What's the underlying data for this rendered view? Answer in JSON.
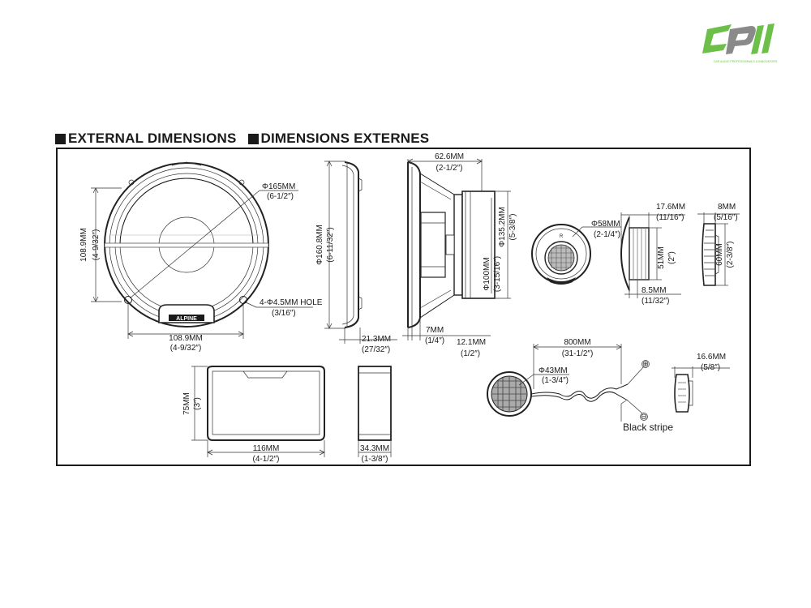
{
  "logo": {
    "text": "CPII",
    "tagline": "CAR AUDIO PROFESSIONALS & INNOVATORS",
    "colors": {
      "green": "#6cc04a",
      "gray": "#9a9a9a"
    }
  },
  "title": {
    "en": "EXTERNAL DIMENSIONS",
    "fr": "DIMENSIONS EXTERNES"
  },
  "woofer_front": {
    "brand_badge": "ALPINE",
    "outer_dia": {
      "mm": "Φ165MM",
      "in": "(6-1/2″)"
    },
    "height": {
      "mm": "108.9MM",
      "in": "(4-9/32″)"
    },
    "width": {
      "mm": "108.9MM",
      "in": "(4-9/32″)"
    },
    "holes": {
      "mm": "4-Φ4.5MM HOLE",
      "in": "(3/16″)"
    }
  },
  "woofer_side": {
    "dia": {
      "mm": "Φ160.8MM",
      "in": "(6-11/32″)"
    },
    "depth": {
      "mm": "21.3MM",
      "in": "(27/32″)"
    }
  },
  "woofer_profile": {
    "mount_depth": {
      "mm": "62.6MM",
      "in": "(2-1/2″)"
    },
    "magnet_dia": {
      "mm": "Φ135.2MM",
      "in": "(5-3/8″)"
    },
    "basket_dia": {
      "mm": "Φ100MM",
      "in": "(3-15/16″)"
    },
    "flange": {
      "mm": "7MM",
      "in": "(1/4″)"
    },
    "rim": {
      "mm": "12.1MM",
      "in": "(1/2″)"
    }
  },
  "tweeter_front": {
    "dia": {
      "mm": "Φ58MM",
      "in": "(2-1/4″)"
    }
  },
  "tweeter_side": {
    "depth": {
      "mm": "17.6MM",
      "in": "(11/16″)"
    },
    "dia": {
      "mm": "51MM",
      "in": "(2″)"
    },
    "flange": {
      "mm": "8.5MM",
      "in": "(11/32″)"
    }
  },
  "tweeter_cup": {
    "depth": {
      "mm": "8MM",
      "in": "(5/16″)"
    },
    "height": {
      "mm": "60MM",
      "in": "(2-3/8″)"
    }
  },
  "crossover_front": {
    "height": {
      "mm": "75MM",
      "in": "(3″)"
    },
    "width": {
      "mm": "116MM",
      "in": "(4-1/2″)"
    }
  },
  "crossover_side": {
    "depth": {
      "mm": "34.3MM",
      "in": "(1-3/8″)"
    }
  },
  "tweeter_lead": {
    "lead_length": {
      "mm": "800MM",
      "in": "(31-1/2″)"
    },
    "dia": {
      "mm": "Φ43MM",
      "in": "(1-3/4″)"
    },
    "plus": "⊕",
    "minus": "⊖",
    "stripe_label": "Black stripe"
  },
  "tweeter_small_side": {
    "depth": {
      "mm": "16.6MM",
      "in": "(5/8″)"
    }
  }
}
